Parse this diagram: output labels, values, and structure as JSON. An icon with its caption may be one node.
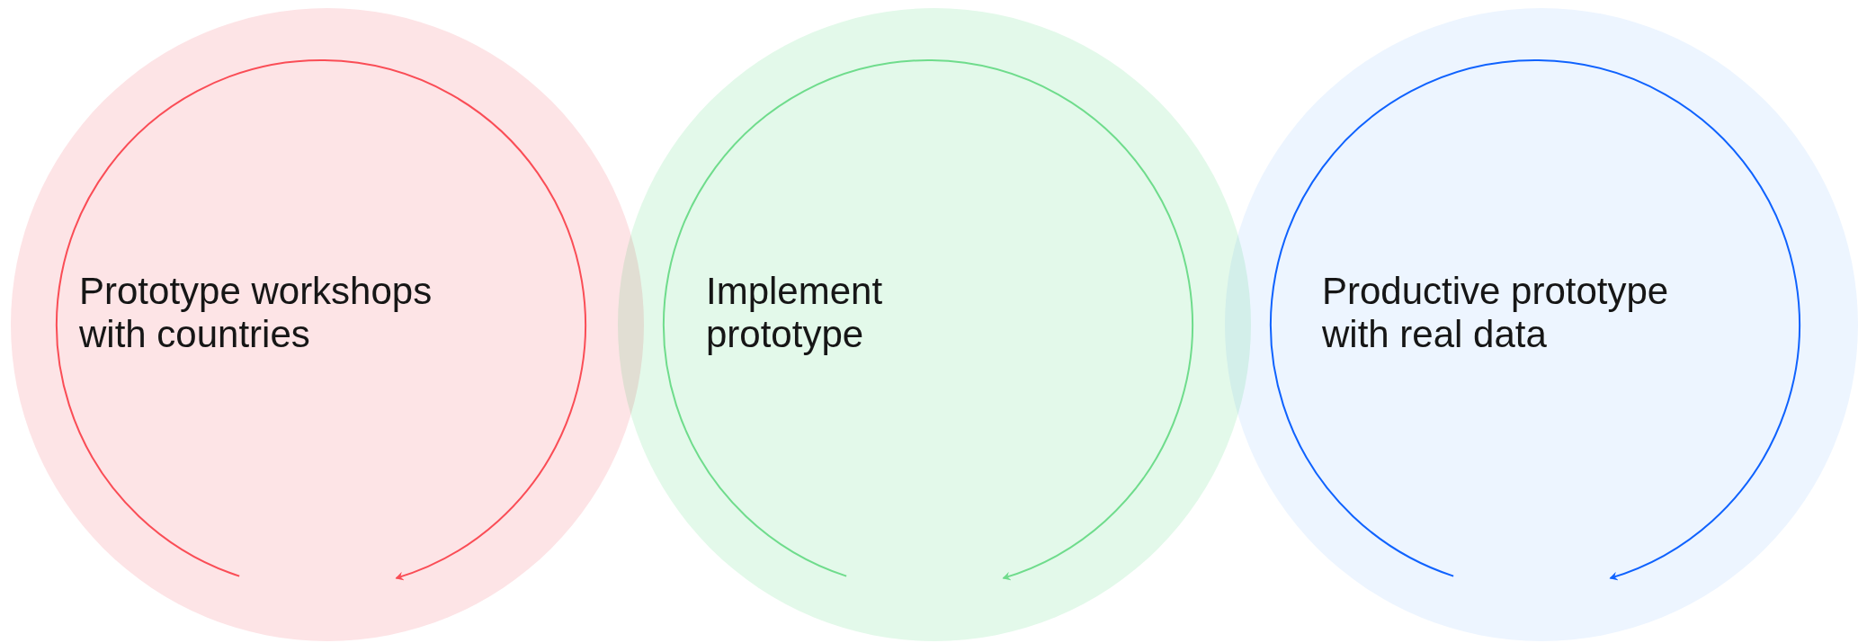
{
  "diagram": {
    "nodes": [
      {
        "text": [
          "Prototype workshops with countries"
        ]
      },
      {
        "text": [
          "Implement prototype"
        ]
      },
      {
        "text": [
          "Productive prototype with real data"
        ]
      }
    ],
    "edges": [
      {
        "from": 0,
        "to": 0,
        "arrow": "to",
        "color": "#fa4d56"
      },
      {
        "from": 1,
        "to": 1,
        "arrow": "to",
        "color": "#6fdc8c"
      },
      {
        "from": 2,
        "to": 2,
        "arrow": "to",
        "color": "#0f62fe"
      }
    ]
  }
}
